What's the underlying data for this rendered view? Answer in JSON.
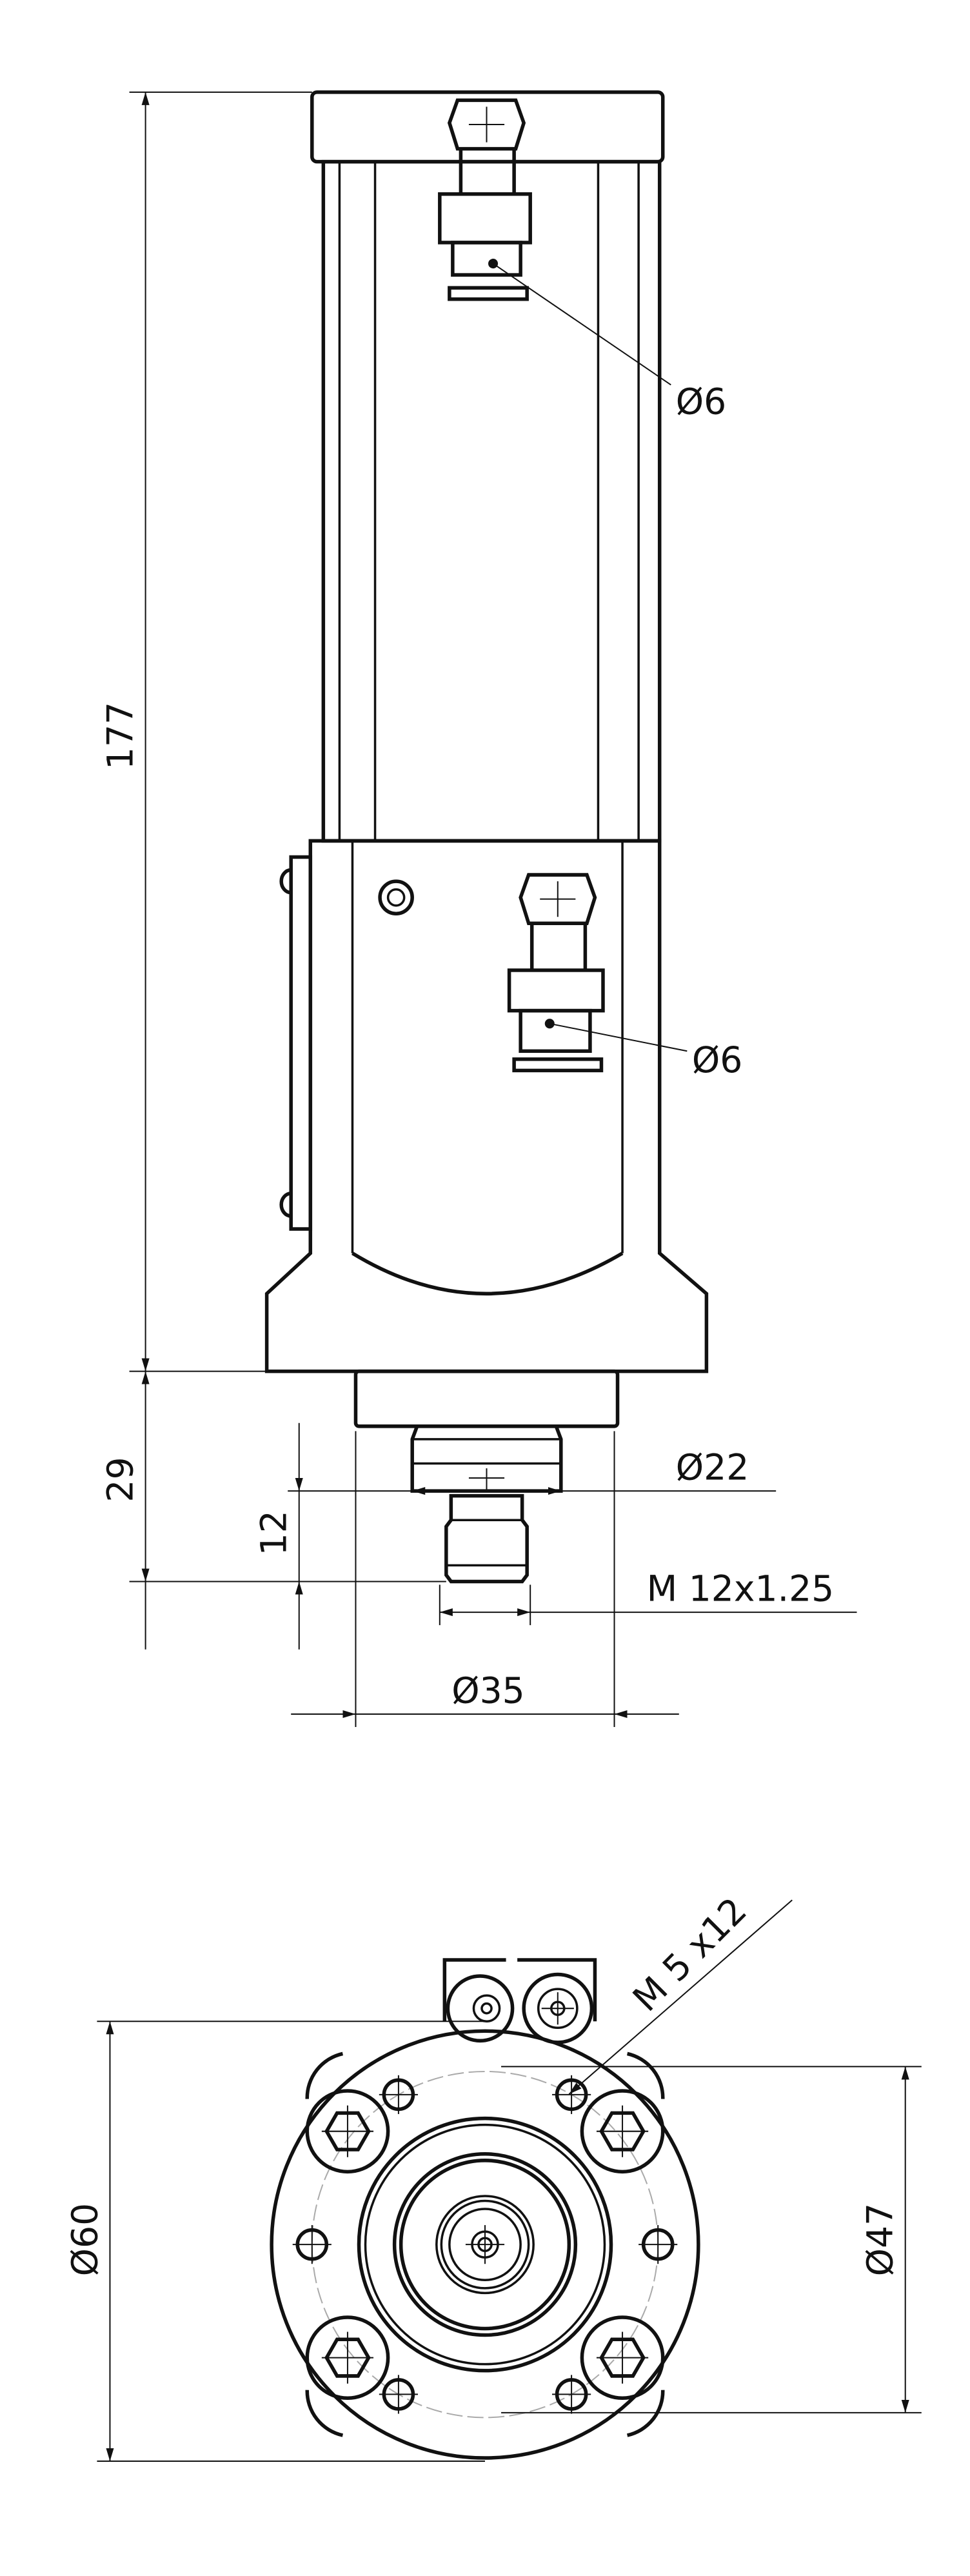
{
  "drawing": {
    "side_view": {
      "dim_total_length": "177",
      "dim_nose_length": "29",
      "dim_thread_length": "12",
      "dim_collar_diameter": "Ø22",
      "dim_thread": "M 12x1.25",
      "dim_flange_diameter": "Ø35",
      "hose_fitting_top": "Ø6",
      "hose_fitting_bottom": "Ø6"
    },
    "front_view": {
      "dim_outer_diameter": "Ø60",
      "dim_bolt_circle": "Ø47",
      "dim_mount_thread": "M 5 x12"
    }
  }
}
